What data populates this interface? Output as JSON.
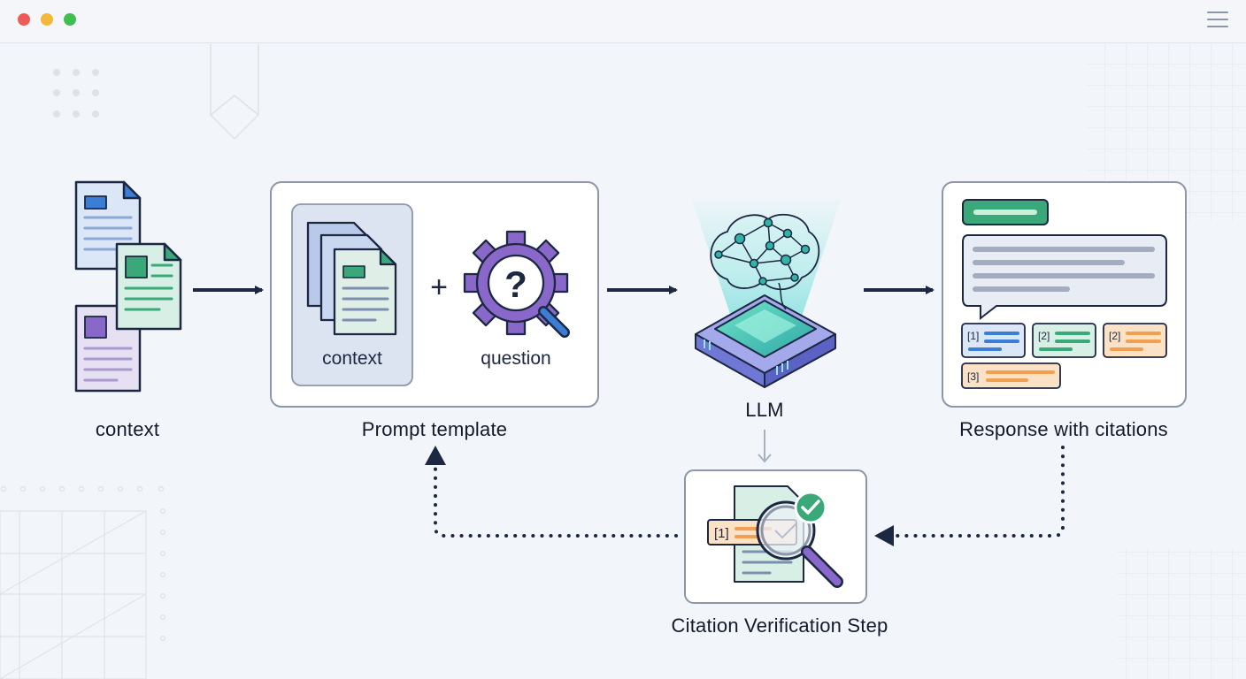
{
  "window": {
    "controls": [
      "close",
      "minimize",
      "maximize"
    ],
    "menu_icon": "hamburger-menu-icon"
  },
  "diagram": {
    "context_label": "context",
    "prompt_template": {
      "title": "Prompt template",
      "context_label": "context",
      "plus": "+",
      "question_label": "question"
    },
    "llm_label": "LLM",
    "response": {
      "title": "Response with citations",
      "citations": [
        "[1]",
        "[2]",
        "[2]",
        "[3]"
      ]
    },
    "verification": {
      "title": "Citation Verification Step",
      "citation": "[1]"
    }
  },
  "colors": {
    "arrow": "#1c2742",
    "blue": "#3a7fd5",
    "green": "#3aa878",
    "purple": "#8a68c9",
    "orange": "#f0a050"
  }
}
